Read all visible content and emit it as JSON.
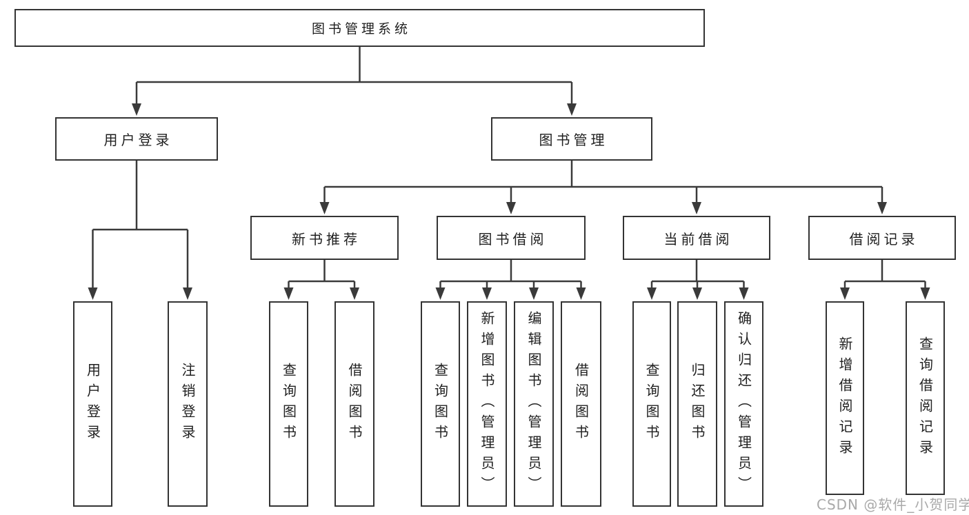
{
  "nodes": [
    {
      "id": "root",
      "label": "图书管理系统",
      "children": [
        "user-login",
        "book-mgmt"
      ]
    },
    {
      "id": "user-login",
      "label": "用户登录",
      "children": [
        "leaf-user-login",
        "leaf-logout"
      ]
    },
    {
      "id": "book-mgmt",
      "label": "图书管理",
      "children": [
        "new-book-rec",
        "book-borrow",
        "current-borrow",
        "borrow-records"
      ]
    },
    {
      "id": "new-book-rec",
      "label": "新书推荐",
      "children": [
        "nbr-query-books",
        "nbr-borrow-books"
      ]
    },
    {
      "id": "book-borrow",
      "label": "图书借阅",
      "children": [
        "bb-query-books",
        "bb-add-books",
        "bb-edit-books",
        "bb-borrow-books"
      ]
    },
    {
      "id": "current-borrow",
      "label": "当前借阅",
      "children": [
        "cb-query-books",
        "cb-return-books",
        "cb-confirm-return"
      ]
    },
    {
      "id": "borrow-records",
      "label": "借阅记录",
      "children": [
        "br-add-record",
        "br-query-record"
      ]
    },
    {
      "id": "leaf-user-login",
      "label": "用户登录"
    },
    {
      "id": "leaf-logout",
      "label": "注销登录"
    },
    {
      "id": "nbr-query-books",
      "label": "查询图书"
    },
    {
      "id": "nbr-borrow-books",
      "label": "借阅图书"
    },
    {
      "id": "bb-query-books",
      "label": "查询图书"
    },
    {
      "id": "bb-add-books",
      "label": "新增图书（管理员）"
    },
    {
      "id": "bb-edit-books",
      "label": "编辑图书（管理员）"
    },
    {
      "id": "bb-borrow-books",
      "label": "借阅图书"
    },
    {
      "id": "cb-query-books",
      "label": "查询图书"
    },
    {
      "id": "cb-return-books",
      "label": "归还图书"
    },
    {
      "id": "cb-confirm-return",
      "label": "确认归还（管理员）"
    },
    {
      "id": "br-add-record",
      "label": "新增借阅记录"
    },
    {
      "id": "br-query-record",
      "label": "查询借阅记录"
    }
  ],
  "watermark": {
    "text": "CSDN @软件_小贺同学"
  },
  "colors": {
    "line": "#3a3a3a",
    "border": "#333333",
    "text": "#1f1f1f",
    "background": "#ffffff",
    "watermark": "#a9a9a9"
  }
}
